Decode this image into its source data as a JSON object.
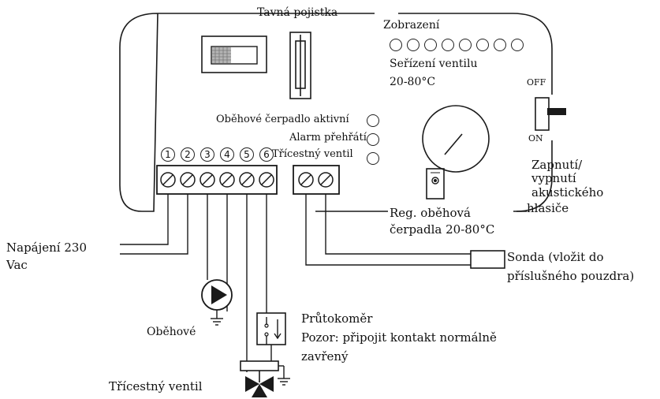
{
  "labels": {
    "fuse": "Tavná pojistka",
    "display": "Zobrazení",
    "valve_setting": "Seřízení ventilu",
    "valve_range": "20-80°C",
    "pump_active": "Oběhové čerpadlo aktivní",
    "overheat_alarm": "Alarm přehřátí",
    "three_way_valve_led": "Třícestný ventil",
    "switch_off": "OFF",
    "switch_on": "ON",
    "buzzer_line1": "Zapnutí/",
    "buzzer_line2": "vypnutí",
    "buzzer_line3": "akustického",
    "buzzer_line4": "hlásiče",
    "pump_reg_line1": "Reg. oběhová",
    "pump_reg_line2": "čerpadla 20-80°C",
    "power_line1": "Napájení 230",
    "power_line2": "Vac",
    "probe_line1": "Sonda (vložit do",
    "probe_line2": "příslušného pouzdra)",
    "circulation_pump": "Oběhové",
    "flowmeter": "Průtokoměr",
    "flowmeter_note_line1": "Pozor: připojit kontakt normálně",
    "flowmeter_note_line2": "zavřený",
    "three_way_valve": "Třícestný ventil"
  },
  "terminals": [
    "1",
    "2",
    "3",
    "4",
    "5",
    "6"
  ]
}
